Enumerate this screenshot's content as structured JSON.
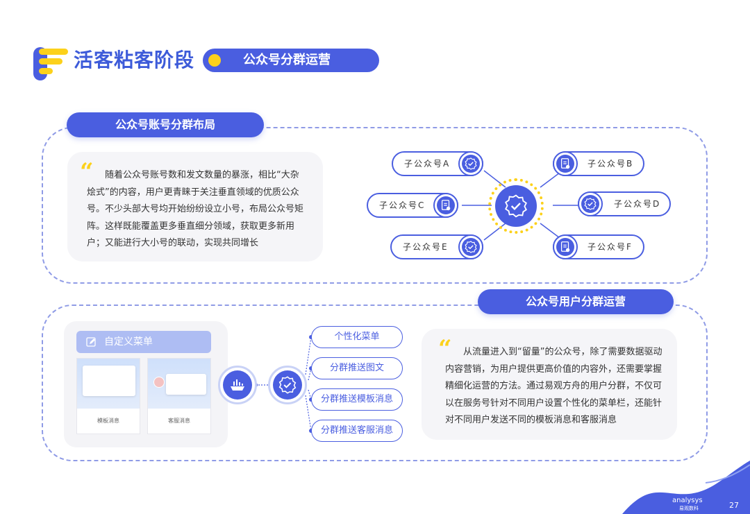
{
  "header": {
    "stage_title": "活客粘客阶段",
    "topic": "公众号分群运营"
  },
  "section1": {
    "title": "公众号账号分群布局",
    "quote": "随着公众号账号数和发文数量的暴涨，相比“大杂烩式”的内容，用户更青睐于关注垂直领域的优质公众号。不少头部大号均开始纷纷设立小号，布局公众号矩阵。这样既能覆盖更多垂直细分领域，获取更多新用户；又能进行大小号的联动，实现共同增长",
    "sub_accounts": [
      "子公众号A",
      "子公众号B",
      "子公众号C",
      "子公众号D",
      "子公众号E",
      "子公众号F"
    ]
  },
  "section2": {
    "title": "公众号用户分群运营",
    "menu_title": "自定义菜单",
    "thumb1_caption": "模板消息",
    "thumb2_caption": "客服消息",
    "features": [
      "个性化菜单",
      "分群推送图文",
      "分群推送模板消息",
      "分群推送客服消息"
    ],
    "quote": "从流量进入到“留量”的公众号，除了需要数据驱动内容营销，为用户提供更高价值的内容外，还需要掌握精细化运营的方法。通过易观方舟的用户分群，不仅可以在服务号针对不同用户设置个性化的菜单栏，还能针对不同用户发送不同的模板消息和客服消息"
  },
  "footer": {
    "brand": "analysys",
    "brand_cn": "易观数科",
    "page_number": "27"
  },
  "colors": {
    "primary": "#4a5ee0",
    "accent": "#fcd11b",
    "card_bg": "#f5f5f8"
  }
}
